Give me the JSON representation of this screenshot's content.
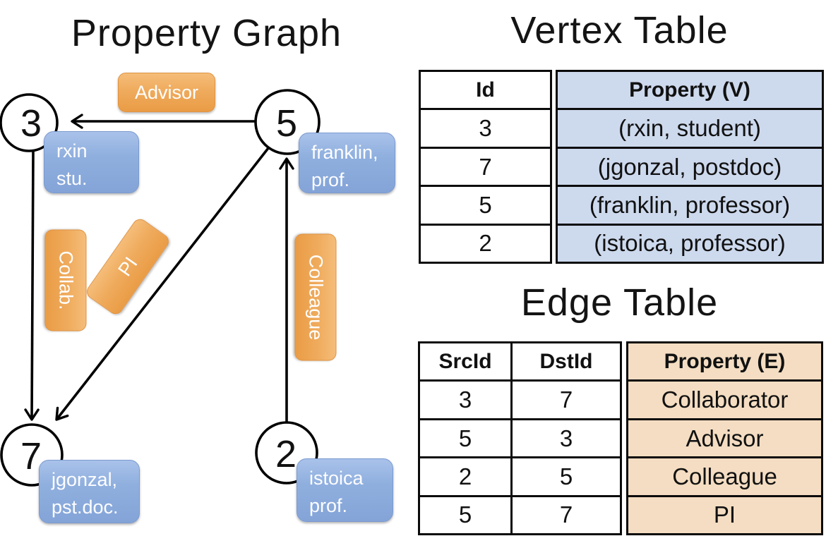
{
  "graph": {
    "title": "Property Graph",
    "nodes": [
      {
        "id": "3",
        "property_line1": "rxin",
        "property_line2": "stu."
      },
      {
        "id": "5",
        "property_line1": "franklin,",
        "property_line2": "prof."
      },
      {
        "id": "7",
        "property_line1": "jgonzal,",
        "property_line2": "pst.doc."
      },
      {
        "id": "2",
        "property_line1": "istoica",
        "property_line2": "prof."
      }
    ],
    "edge_labels": {
      "advisor": "Advisor",
      "collab": "Collab.",
      "pi": "PI",
      "colleague": "Colleague"
    }
  },
  "vertex_table": {
    "title": "Vertex Table",
    "columns": {
      "id": "Id",
      "property": "Property (V)"
    },
    "rows": [
      {
        "id": "3",
        "property": "(rxin, student)"
      },
      {
        "id": "7",
        "property": "(jgonzal, postdoc)"
      },
      {
        "id": "5",
        "property": "(franklin, professor)"
      },
      {
        "id": "2",
        "property": "(istoica, professor)"
      }
    ]
  },
  "edge_table": {
    "title": "Edge Table",
    "columns": {
      "src": "SrcId",
      "dst": "DstId",
      "property": "Property (E)"
    },
    "rows": [
      {
        "src": "3",
        "dst": "7",
        "property": "Collaborator"
      },
      {
        "src": "5",
        "dst": "3",
        "property": "Advisor"
      },
      {
        "src": "2",
        "dst": "5",
        "property": "Colleague"
      },
      {
        "src": "5",
        "dst": "7",
        "property": "PI"
      }
    ]
  },
  "colors": {
    "edge_label_orange": "#EC9D45",
    "vertex_property_blue": "#8FAFDE",
    "vertex_table_fill": "#CDD9ED",
    "edge_table_fill": "#F4DDC2",
    "line_black": "#000000"
  }
}
